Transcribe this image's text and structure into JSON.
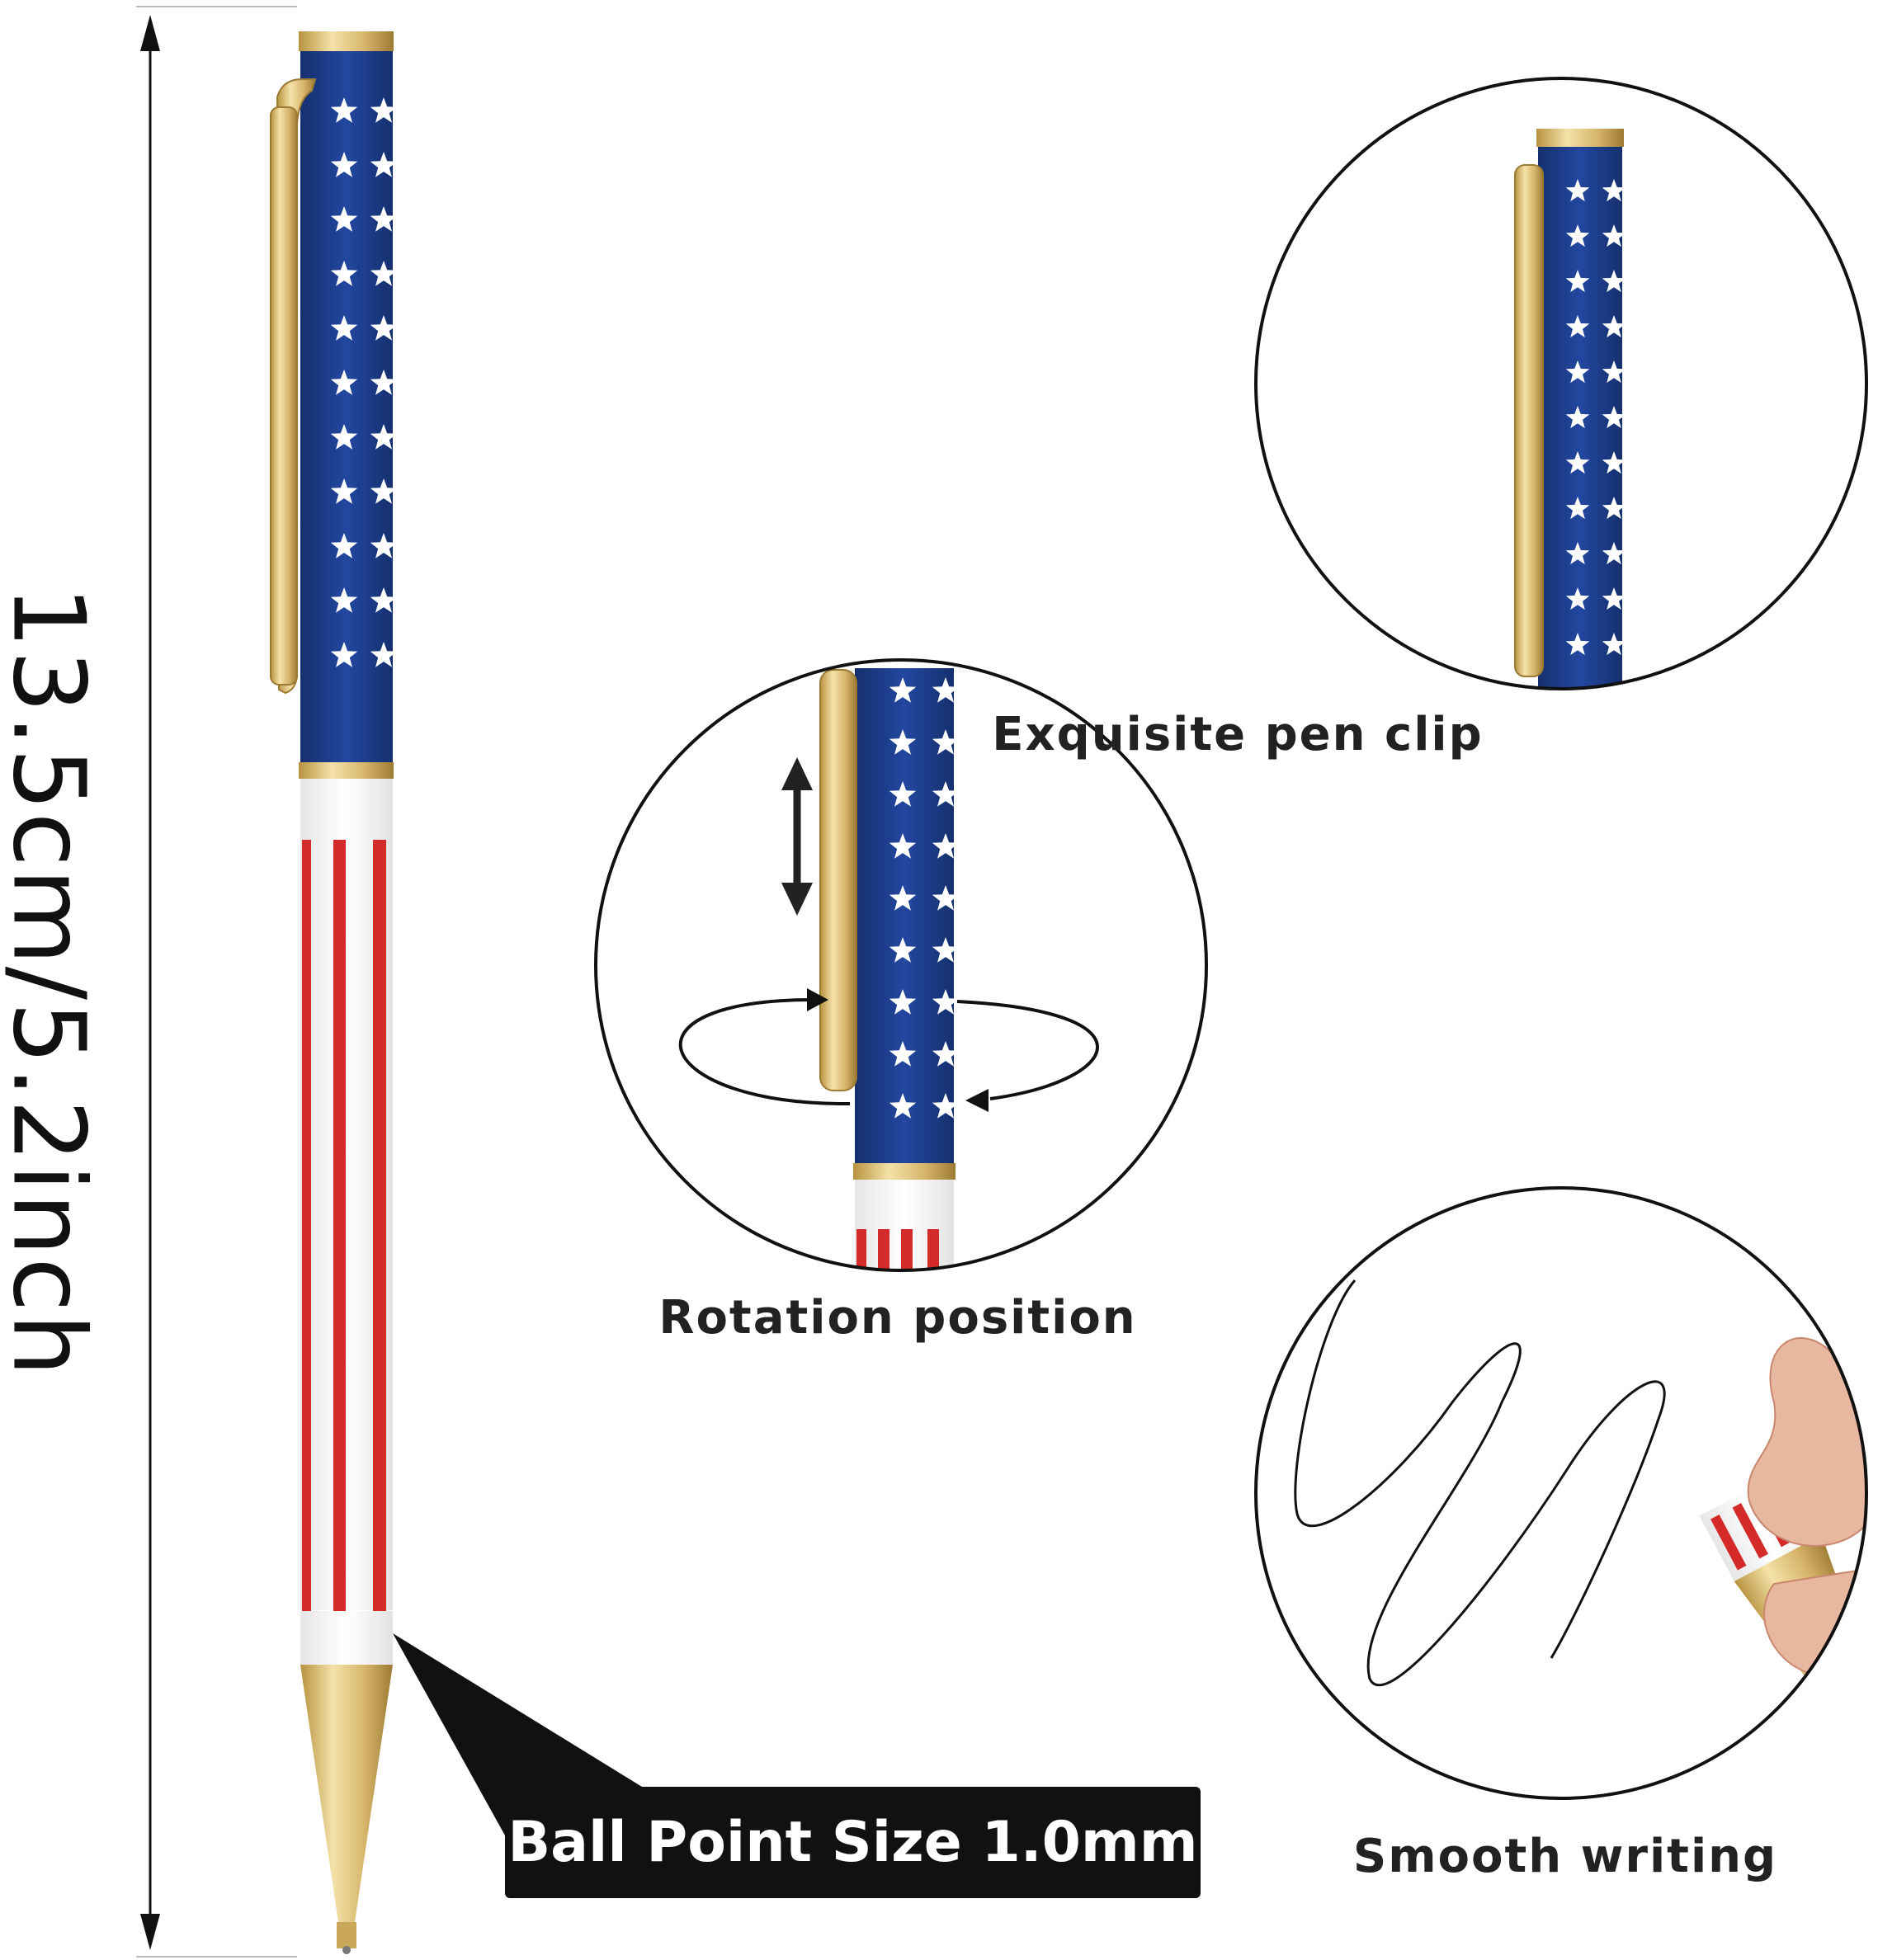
{
  "dimension_label": "13.5cm/5.2inch",
  "ball_point_label": "Ball Point Size 1.0mm",
  "features": {
    "clip_label": "Exquisite pen clip",
    "rotation_label": "Rotation position",
    "writing_label": "Smooth writing"
  },
  "colors": {
    "navy": "#1e3f8a",
    "red": "#d42a2a",
    "gold": "#d6b56a",
    "white": "#ffffff",
    "outline": "#111111"
  },
  "icons": [
    "star-pattern",
    "pen-clip",
    "rotation-arrow",
    "double-arrow",
    "hand",
    "scribble"
  ]
}
